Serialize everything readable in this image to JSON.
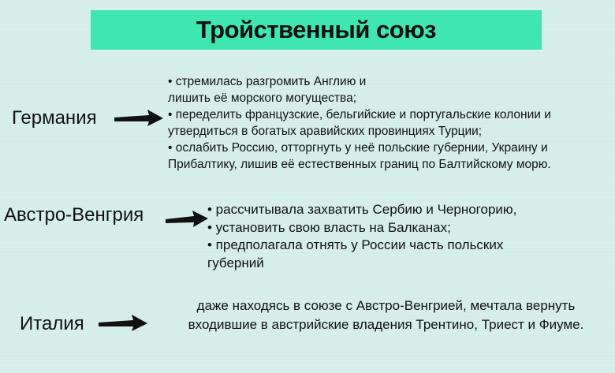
{
  "title": "Тройственный союз",
  "germany": {
    "label": "Германия",
    "items": [
      "• стремилась разгромить Англию и лишить её морского могущества;",
      "• переделить французские, бельгийские и португальские колонии и утвердиться в богатых аравийских провинциях Турции;",
      "• ослабить Россию, отторгнуть у неё польские губернии, Украину и Прибалтику, лишив её естественных границ по Балтийскому морю."
    ]
  },
  "austria": {
    "label": "Австро-Венгрия",
    "items": [
      "• рассчитывала захватить Сербию и Черногорию,",
      "• установить свою власть на Балканах;",
      "• предполагала отнять у России часть польских губерний"
    ]
  },
  "italy": {
    "label": "Италия",
    "text": "даже находясь в союзе с Австро-Венгрией, мечтала вернуть входившие в австрийские владения Трентино, Триест и Фиуме."
  }
}
